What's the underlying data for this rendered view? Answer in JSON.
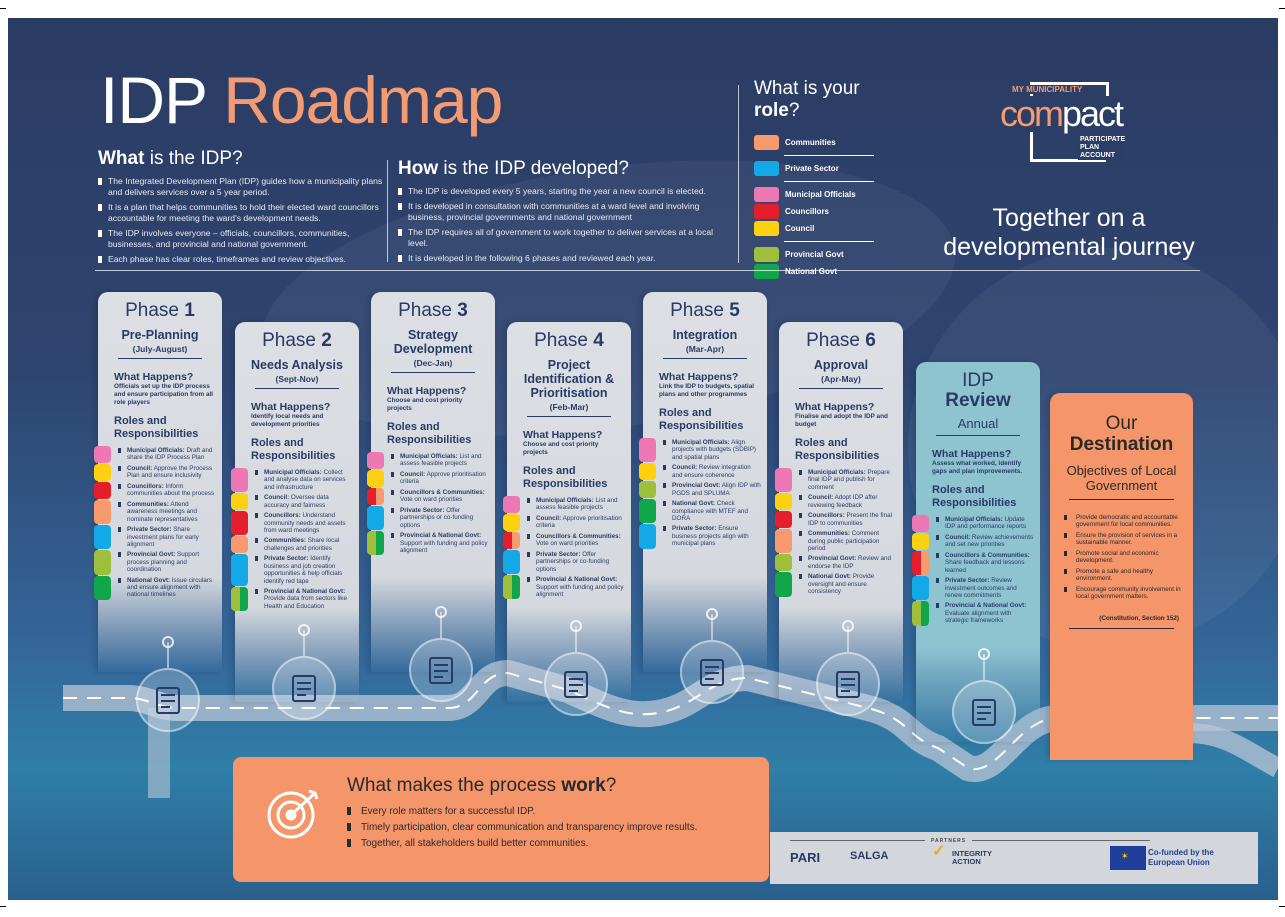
{
  "header": {
    "title_main": "IDP",
    "title_accent": "Roadmap"
  },
  "what": {
    "title_bold": "What",
    "title_rest": " is the IDP?",
    "items": [
      "The Integrated Development Plan (IDP) guides how a municipality plans and delivers services over a 5 year period.",
      "It is a plan that helps communities to hold their elected ward councillors accountable for meeting the ward's development needs.",
      "The IDP involves everyone – officials, councillors, communities, businesses, and provincial and national government.",
      "Each phase has clear roles, timeframes and review objectives."
    ]
  },
  "how": {
    "title_bold": "How",
    "title_rest": " is the IDP developed?",
    "items": [
      "The IDP is developed every 5 years, starting the year a new council is elected.",
      "It is developed in consultation with communities at a ward level and involving business, provincial governments and national government",
      "The IDP requires all of government to work together to deliver services at a local level.",
      "It is developed in the following 6 phases and reviewed each year."
    ]
  },
  "roles_legend": {
    "title_pre": "What is your ",
    "title_bold": "role",
    "title_post": "?",
    "groups": [
      [
        {
          "key": "communities",
          "label": "Communities"
        }
      ],
      [
        {
          "key": "private",
          "label": "Private Sector"
        }
      ],
      [
        {
          "key": "municipal",
          "label": "Municipal Officials"
        },
        {
          "key": "councillors",
          "label": "Councillors"
        },
        {
          "key": "council",
          "label": "Council"
        }
      ],
      [
        {
          "key": "provincial",
          "label": "Provincial Govt"
        },
        {
          "key": "national",
          "label": "National Govt"
        }
      ]
    ]
  },
  "role_colors": {
    "communities": "#f79a6d",
    "private": "#13a8e6",
    "municipal": "#ee78b4",
    "councillors": "#e41f2b",
    "council": "#fdd010",
    "provincial": "#9dbf3c",
    "national": "#12a64b"
  },
  "logo": {
    "top": "MY MUNICIPALITY",
    "com": "com",
    "pact": "pact",
    "lines": [
      "PARTICIPATE",
      "PLAN",
      "ACCOUNT"
    ]
  },
  "tagline": "Together on a developmental journey",
  "phases": [
    {
      "label": "Phase ",
      "num": "1",
      "name": "Pre-Planning",
      "dates": "(July-August)",
      "what_title": "What Happens?",
      "what": "Officials set up the IDP process and ensure participation from all role players",
      "roles_title": "Roles and Responsibilities",
      "roles": [
        {
          "who": "Municipal Officials:",
          "text": " Draft and share the IDP Process Plan",
          "colors": [
            "municipal"
          ]
        },
        {
          "who": "Council:",
          "text": " Approve the Process Plan and ensure inclusivity",
          "colors": [
            "council"
          ]
        },
        {
          "who": "Councillors:",
          "text": " Inform communities about the process",
          "colors": [
            "councillors"
          ]
        },
        {
          "who": "Communities:",
          "text": " Attend awareness meetings and nominate representatives",
          "colors": [
            "communities"
          ]
        },
        {
          "who": "Private Sector:",
          "text": " Share investment plans for early alignment",
          "colors": [
            "private"
          ]
        },
        {
          "who": "Provincial Govt:",
          "text": " Support process planning and coordination",
          "colors": [
            "provincial"
          ]
        },
        {
          "who": "National Govt:",
          "text": " Issue circulars and ensure alignment with national timelines",
          "colors": [
            "national"
          ]
        }
      ]
    },
    {
      "label": "Phase ",
      "num": "2",
      "name": "Needs Analysis",
      "dates": "(Sept-Nov)",
      "what_title": "What Happens?",
      "what": "Identify local needs and development priorities",
      "roles_title": "Roles and Responsibilities",
      "roles": [
        {
          "who": "Municipal Officials:",
          "text": " Collect and analyse data on services and infrastructure",
          "colors": [
            "municipal"
          ]
        },
        {
          "who": "Council:",
          "text": " Oversee data accuracy and fairness",
          "colors": [
            "council"
          ]
        },
        {
          "who": "Councillors:",
          "text": " Understand community needs and assets from ward meetings",
          "colors": [
            "councillors"
          ]
        },
        {
          "who": "Communities:",
          "text": " Share local challenges and priorities",
          "colors": [
            "communities"
          ]
        },
        {
          "who": "Private Sector:",
          "text": " Identify business and job creation opportunities & help officials identify red tape",
          "colors": [
            "private"
          ]
        },
        {
          "who": "Provincial & National Govt:",
          "text": " Provide data from sectors like Health and Education",
          "colors": [
            "provincial",
            "national"
          ]
        }
      ]
    },
    {
      "label": "Phase ",
      "num": "3",
      "name": "Strategy Development",
      "dates": "(Dec-Jan)",
      "what_title": "What Happens?",
      "what": "Choose and cost priority projects",
      "roles_title": "Roles and Responsibilities",
      "roles": [
        {
          "who": "Municipal Officials:",
          "text": " List and assess feasible projects",
          "colors": [
            "municipal"
          ]
        },
        {
          "who": "Council:",
          "text": " Approve prioritisation criteria",
          "colors": [
            "council"
          ]
        },
        {
          "who": "Councillors & Communities:",
          "text": " Vote on ward priorities",
          "colors": [
            "councillors",
            "communities"
          ]
        },
        {
          "who": "Private Sector:",
          "text": " Offer partnerships or co-funding options",
          "colors": [
            "private"
          ]
        },
        {
          "who": "Provincial & National Govt:",
          "text": " Support with funding and policy alignment",
          "colors": [
            "provincial",
            "national"
          ]
        }
      ]
    },
    {
      "label": "Phase ",
      "num": "4",
      "name": "Project Identification & Prioritisation",
      "dates": "(Feb-Mar)",
      "what_title": "What Happens?",
      "what": "Choose and cost priority projects",
      "roles_title": "Roles and Responsibilities",
      "roles": [
        {
          "who": "Municipal Officials:",
          "text": " List and assess feasible projects",
          "colors": [
            "municipal"
          ]
        },
        {
          "who": "Council:",
          "text": " Approve prioritisation criteria",
          "colors": [
            "council"
          ]
        },
        {
          "who": "Councillors & Communities:",
          "text": " Vote on ward priorities",
          "colors": [
            "councillors",
            "communities"
          ]
        },
        {
          "who": "Private Sector:",
          "text": " Offer partnerships or co-funding options",
          "colors": [
            "private"
          ]
        },
        {
          "who": "Provincial & National Govt:",
          "text": " Support with funding and policy alignment",
          "colors": [
            "provincial",
            "national"
          ]
        }
      ]
    },
    {
      "label": "Phase ",
      "num": "5",
      "name": "Integration",
      "dates": "(Mar-Apr)",
      "what_title": "What Happens?",
      "what": "Link the IDP to budgets, spatial plans and other programmes",
      "roles_title": "Roles and Responsibilities",
      "roles": [
        {
          "who": "Municipal Officials:",
          "text": " Align projects with budgets (SDBIP) and spatial plans",
          "colors": [
            "municipal"
          ]
        },
        {
          "who": "Council:",
          "text": " Review integration and ensure coherence",
          "colors": [
            "council"
          ]
        },
        {
          "who": "Provincial Govt:",
          "text": " Align IDP with PGDS and SPLUMA",
          "colors": [
            "provincial"
          ]
        },
        {
          "who": "National Govt:",
          "text": " Check compliance with MTEF and DORA",
          "colors": [
            "national"
          ]
        },
        {
          "who": "Private Sector:",
          "text": " Ensure business projects align with municipal plans",
          "colors": [
            "private"
          ]
        }
      ]
    },
    {
      "label": "Phase ",
      "num": "6",
      "name": "Approval",
      "dates": "(Apr-May)",
      "what_title": "What Happens?",
      "what": "Finalise and adopt the IDP and budget",
      "roles_title": "Roles and Responsibilities",
      "roles": [
        {
          "who": "Municipal Officials:",
          "text": " Prepare final IDP and publish for comment",
          "colors": [
            "municipal"
          ]
        },
        {
          "who": "Council:",
          "text": " Adopt IDP after reviewing feedback",
          "colors": [
            "council"
          ]
        },
        {
          "who": "Councillors:",
          "text": " Present the final IDP to communities",
          "colors": [
            "councillors"
          ]
        },
        {
          "who": "Communities:",
          "text": " Comment during public participation period",
          "colors": [
            "communities"
          ]
        },
        {
          "who": "Provincial Govt:",
          "text": " Review and endorse the IDP",
          "colors": [
            "provincial"
          ]
        },
        {
          "who": "National Govt:",
          "text": " Provide oversight and ensure consistency",
          "colors": [
            "national"
          ]
        }
      ]
    }
  ],
  "review": {
    "label": "IDP",
    "name": "Review",
    "dates": "Annual",
    "what_title": "What Happens?",
    "what": "Assess what worked, identify gaps and plan improvements.",
    "roles_title": "Roles and Responsibilities",
    "roles": [
      {
        "who": "Municipal Officials:",
        "text": " Update IDP and performance reports",
        "colors": [
          "municipal"
        ]
      },
      {
        "who": "Council:",
        "text": " Review achievements and set new priorities",
        "colors": [
          "council"
        ]
      },
      {
        "who": "Councillors & Communities:",
        "text": " Share feedback and lessons learned",
        "colors": [
          "councillors",
          "communities"
        ]
      },
      {
        "who": "Private Sector:",
        "text": " Review investment outcomes and renew commitments",
        "colors": [
          "private"
        ]
      },
      {
        "who": "Provincial & National Govt:",
        "text": " Evaluate alignment with strategic frameworks",
        "colors": [
          "provincial",
          "national"
        ]
      }
    ]
  },
  "destination": {
    "our": "Our",
    "title": "Destination",
    "subtitle": "Objectives of Local Government",
    "items": [
      "Provide democratic and accountable government for local communities.",
      "Ensure the provision of services in a sustainable manner.",
      "Promote social and economic development.",
      "Promote a safe and healthy environment.",
      "Encourage community involvement in local government matters."
    ],
    "citation": "(Constitution, Section 152)"
  },
  "process": {
    "title_pre": "What makes the process ",
    "title_bold": "work",
    "title_post": "?",
    "items": [
      "Every role matters for a successful IDP.",
      "Timely participation, clear communication and transparency improve results.",
      "Together, all stakeholders build better communities."
    ]
  },
  "partners": {
    "label": "PARTNERS",
    "logos": [
      "PARI",
      "SALGA",
      "INTEGRITY ACTION"
    ],
    "eu": "Co-funded by the European Union"
  }
}
